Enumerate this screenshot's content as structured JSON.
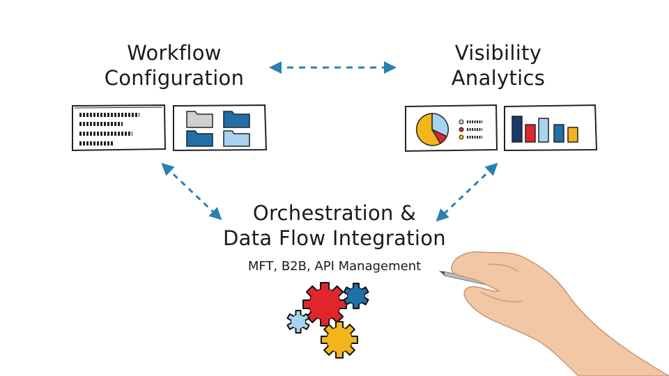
{
  "workflow": {
    "line1": "Workflow",
    "line2": "Configuration"
  },
  "visibility": {
    "line1": "Visibility",
    "line2": "Analytics"
  },
  "orchestration": {
    "line1": "Orchestration &",
    "line2": "Data Flow Integration",
    "subtitle": "MFT, B2B, API Management"
  },
  "colors": {
    "arrow": "#2a7fb3",
    "dark_blue": "#1f6fa8",
    "light_blue": "#a8d3ee",
    "red": "#e0262b",
    "yellow": "#f2b51b",
    "gray": "#cfcfcf",
    "navy": "#173a66"
  },
  "icons": [
    "list-icon",
    "folders-icon",
    "pie-chart-icon",
    "bar-chart-icon",
    "gears-icon",
    "hand-with-pen"
  ]
}
